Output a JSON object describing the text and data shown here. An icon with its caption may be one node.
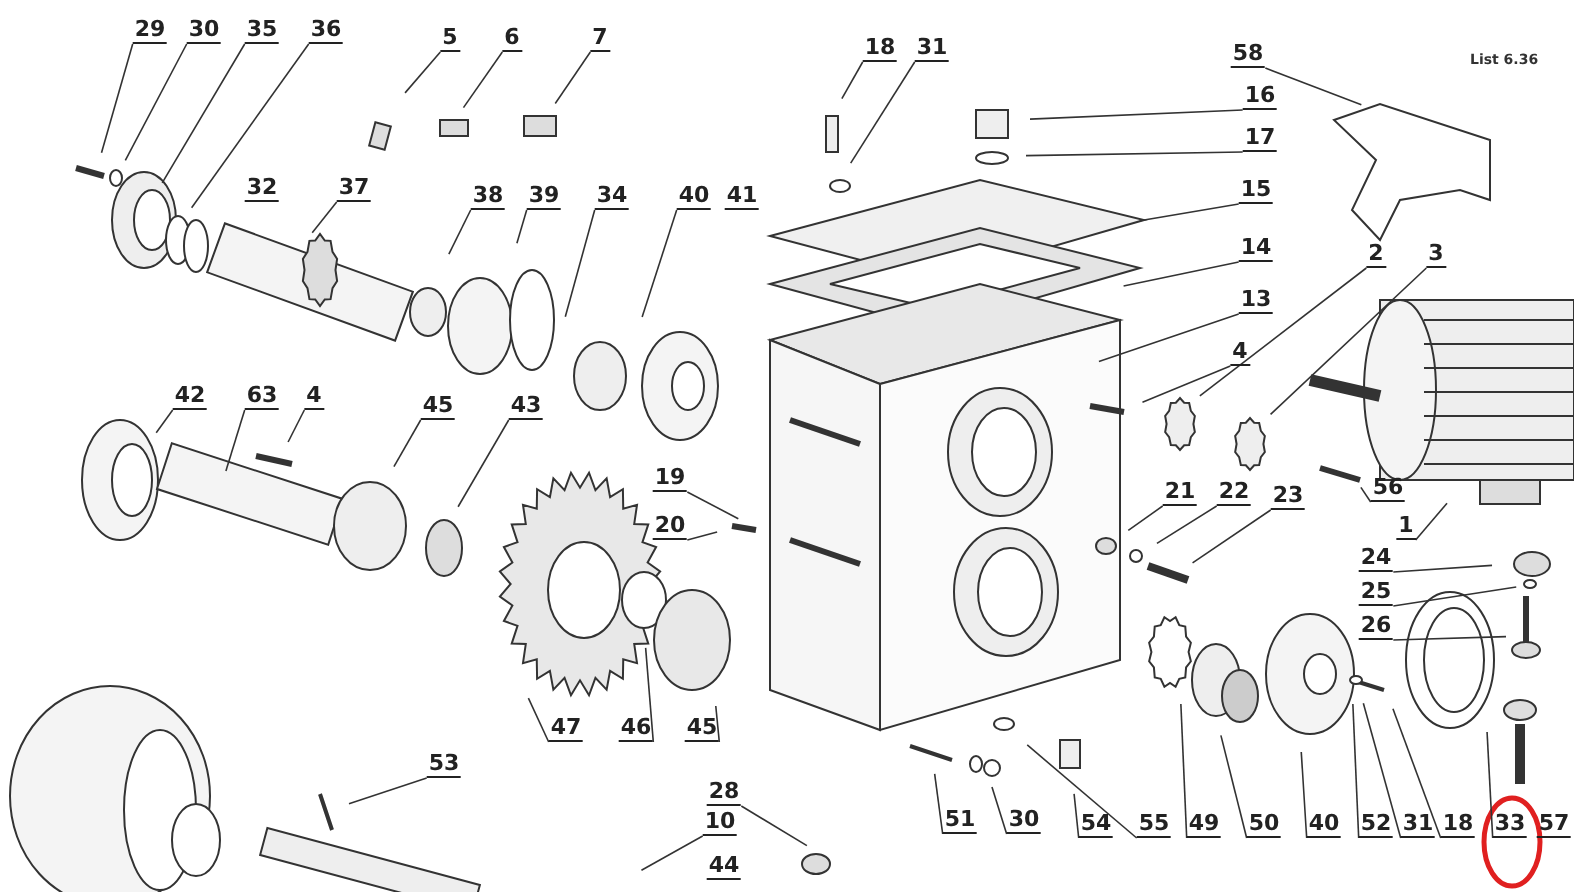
{
  "diagram": {
    "nodes": [
      {
        "text": [
          "29"
        ]
      },
      {
        "text": [
          "30"
        ]
      },
      {
        "text": [
          "35"
        ]
      },
      {
        "text": [
          "36"
        ]
      },
      {
        "text": [
          "5"
        ]
      },
      {
        "text": [
          "6"
        ]
      },
      {
        "text": [
          "7"
        ]
      },
      {
        "text": [
          "18"
        ]
      },
      {
        "text": [
          "31"
        ]
      },
      {
        "text": [
          "58"
        ]
      },
      {
        "text": [
          "16"
        ]
      },
      {
        "text": [
          "17"
        ]
      },
      {
        "text": [
          "32"
        ]
      },
      {
        "text": [
          "37"
        ]
      },
      {
        "text": [
          "38"
        ]
      },
      {
        "text": [
          "39"
        ]
      },
      {
        "text": [
          "34"
        ]
      },
      {
        "text": [
          "40"
        ]
      },
      {
        "text": [
          "41"
        ]
      },
      {
        "text": [
          "15"
        ]
      },
      {
        "text": [
          "14"
        ]
      },
      {
        "text": [
          "13"
        ]
      },
      {
        "text": [
          "2"
        ]
      },
      {
        "text": [
          "3"
        ]
      },
      {
        "text": [
          "4"
        ]
      },
      {
        "text": [
          "42"
        ]
      },
      {
        "text": [
          "63"
        ]
      },
      {
        "text": [
          "4"
        ]
      },
      {
        "text": [
          "45"
        ]
      },
      {
        "text": [
          "43"
        ]
      },
      {
        "text": [
          "19"
        ]
      },
      {
        "text": [
          "20"
        ]
      },
      {
        "text": [
          "21"
        ]
      },
      {
        "text": [
          "22"
        ]
      },
      {
        "text": [
          "23"
        ]
      },
      {
        "text": [
          "56"
        ]
      },
      {
        "text": [
          "1"
        ]
      },
      {
        "text": [
          "24"
        ]
      },
      {
        "text": [
          "25"
        ]
      },
      {
        "text": [
          "26"
        ]
      },
      {
        "text": [
          "47"
        ]
      },
      {
        "text": [
          "46"
        ]
      },
      {
        "text": [
          "45"
        ]
      },
      {
        "text": [
          "53"
        ]
      },
      {
        "text": [
          "51"
        ]
      },
      {
        "text": [
          "30"
        ]
      },
      {
        "text": [
          "54"
        ]
      },
      {
        "text": [
          "55"
        ]
      },
      {
        "text": [
          "49"
        ]
      },
      {
        "text": [
          "50"
        ]
      },
      {
        "text": [
          "40"
        ]
      },
      {
        "text": [
          "52"
        ]
      },
      {
        "text": [
          "31"
        ]
      },
      {
        "text": [
          "18"
        ]
      },
      {
        "text": [
          "33"
        ]
      },
      {
        "text": [
          "57"
        ]
      },
      {
        "text": [
          "28"
        ]
      },
      {
        "text": [
          "10"
        ]
      },
      {
        "text": [
          "44"
        ]
      }
    ],
    "edges": [
      {
        "from": 0,
        "to": null,
        "arrow": "none"
      },
      {
        "from": 1,
        "to": null,
        "arrow": "none"
      },
      {
        "from": 2,
        "to": null,
        "arrow": "none"
      },
      {
        "from": 3,
        "to": null,
        "arrow": "none"
      },
      {
        "from": 4,
        "to": null,
        "arrow": "none"
      },
      {
        "from": 5,
        "to": null,
        "arrow": "none"
      },
      {
        "from": 6,
        "to": null,
        "arrow": "none"
      },
      {
        "from": 7,
        "to": null,
        "arrow": "none"
      },
      {
        "from": 8,
        "to": null,
        "arrow": "none"
      },
      {
        "from": 9,
        "to": null,
        "arrow": "none"
      },
      {
        "from": 10,
        "to": null,
        "arrow": "none"
      },
      {
        "from": 11,
        "to": null,
        "arrow": "none"
      },
      {
        "from": 13,
        "to": null,
        "arrow": "none"
      },
      {
        "from": 14,
        "to": null,
        "arrow": "none"
      },
      {
        "from": 15,
        "to": null,
        "arrow": "none"
      },
      {
        "from": 16,
        "to": null,
        "arrow": "none"
      },
      {
        "from": 17,
        "to": null,
        "arrow": "none"
      },
      {
        "from": 19,
        "to": null,
        "arrow": "none"
      },
      {
        "from": 20,
        "to": null,
        "arrow": "none"
      },
      {
        "from": 21,
        "to": null,
        "arrow": "none"
      },
      {
        "from": 22,
        "to": null,
        "arrow": "none"
      },
      {
        "from": 23,
        "to": null,
        "arrow": "none"
      },
      {
        "from": 24,
        "to": null,
        "arrow": "none"
      },
      {
        "from": 25,
        "to": null,
        "arrow": "none"
      },
      {
        "from": 26,
        "to": null,
        "arrow": "none"
      },
      {
        "from": 27,
        "to": null,
        "arrow": "none"
      },
      {
        "from": 28,
        "to": null,
        "arrow": "none"
      },
      {
        "from": 29,
        "to": null,
        "arrow": "none"
      },
      {
        "from": 30,
        "to": null,
        "arrow": "none"
      },
      {
        "from": 31,
        "to": null,
        "arrow": "none"
      },
      {
        "from": 32,
        "to": null,
        "arrow": "none"
      },
      {
        "from": 33,
        "to": null,
        "arrow": "none"
      },
      {
        "from": 34,
        "to": null,
        "arrow": "none"
      },
      {
        "from": 35,
        "to": null,
        "arrow": "none"
      },
      {
        "from": 36,
        "to": null,
        "arrow": "none"
      },
      {
        "from": 37,
        "to": null,
        "arrow": "none"
      },
      {
        "from": 38,
        "to": null,
        "arrow": "none"
      },
      {
        "from": 39,
        "to": null,
        "arrow": "none"
      },
      {
        "from": 40,
        "to": null,
        "arrow": "none"
      },
      {
        "from": 41,
        "to": null,
        "arrow": "none"
      },
      {
        "from": 42,
        "to": null,
        "arrow": "none"
      },
      {
        "from": 43,
        "to": null,
        "arrow": "none"
      },
      {
        "from": 44,
        "to": null,
        "arrow": "none"
      },
      {
        "from": 45,
        "to": null,
        "arrow": "none"
      },
      {
        "from": 46,
        "to": null,
        "arrow": "none"
      },
      {
        "from": 47,
        "to": null,
        "arrow": "none"
      },
      {
        "from": 48,
        "to": null,
        "arrow": "none"
      },
      {
        "from": 49,
        "to": null,
        "arrow": "none"
      },
      {
        "from": 50,
        "to": null,
        "arrow": "none"
      },
      {
        "from": 51,
        "to": null,
        "arrow": "none"
      },
      {
        "from": 52,
        "to": null,
        "arrow": "none"
      },
      {
        "from": 53,
        "to": null,
        "arrow": "none"
      },
      {
        "from": 54,
        "to": null,
        "arrow": "none"
      },
      {
        "from": 56,
        "to": null,
        "arrow": "none"
      },
      {
        "from": 57,
        "to": null,
        "arrow": "none"
      }
    ],
    "labels": [
      "List 6.36"
    ]
  }
}
